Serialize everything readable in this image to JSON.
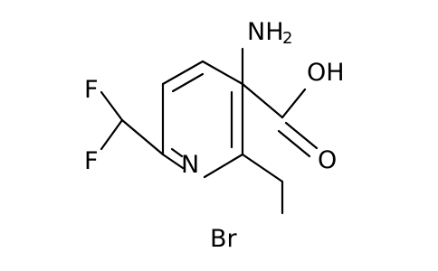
{
  "molecule": {
    "atoms": {
      "amino": "NH",
      "amino_subscript": "2",
      "hydroxyl": "OH",
      "carbonyl_oxygen": "O",
      "ring_nitrogen": "N",
      "fluorine_top": "F",
      "fluorine_bottom": "F",
      "bromine": "Br"
    },
    "colors": {
      "bond": "#000000",
      "label": "#000000",
      "background": "#ffffff"
    }
  }
}
